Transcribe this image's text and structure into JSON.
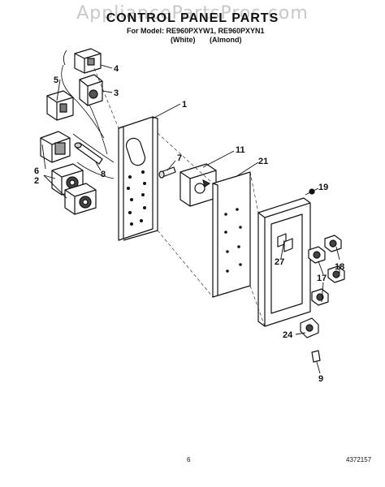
{
  "watermark": "AppliancePartsPros.com",
  "header": {
    "title": "CONTROL PANEL PARTS",
    "model_line": "For Model: RE960PXYW1, RE960PXYN1",
    "color_white": "(White)",
    "color_almond": "(Almond)"
  },
  "callouts": {
    "c1": "1",
    "c2": "2",
    "c3": "3",
    "c4": "4",
    "c5": "5",
    "c6": "6",
    "c7": "7",
    "c8": "8",
    "c9": "9",
    "c11": "11",
    "c17": "17",
    "c18": "18",
    "c19": "19",
    "c21": "21",
    "c24": "24",
    "c27": "27"
  },
  "footer": {
    "page": "6",
    "doc_number": "4372157"
  }
}
